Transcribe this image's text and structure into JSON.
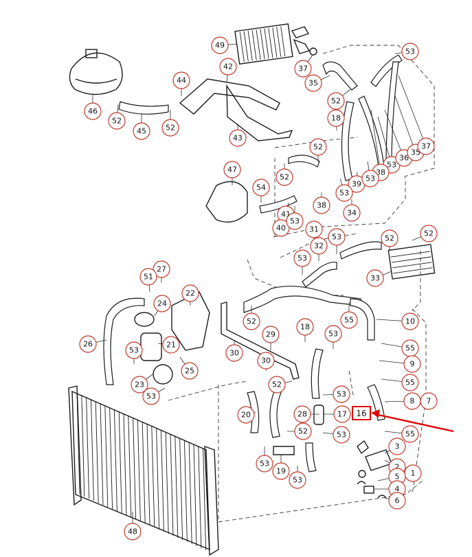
{
  "diagram": {
    "callouts": [
      {
        "id": "c49",
        "label": "49"
      },
      {
        "id": "c53a",
        "label": "53"
      },
      {
        "id": "c37a",
        "label": "37"
      },
      {
        "id": "c35a",
        "label": "35"
      },
      {
        "id": "c42",
        "label": "42"
      },
      {
        "id": "c44",
        "label": "44"
      },
      {
        "id": "c46",
        "label": "46"
      },
      {
        "id": "c52a",
        "label": "52"
      },
      {
        "id": "c45",
        "label": "45"
      },
      {
        "id": "c52b",
        "label": "52"
      },
      {
        "id": "c43",
        "label": "43"
      },
      {
        "id": "c52c",
        "label": "52"
      },
      {
        "id": "c18a",
        "label": "18"
      },
      {
        "id": "c52d",
        "label": "52"
      },
      {
        "id": "c52e",
        "label": "52"
      },
      {
        "id": "c53b",
        "label": "53"
      },
      {
        "id": "c38a",
        "label": "38"
      },
      {
        "id": "c36",
        "label": "36"
      },
      {
        "id": "c35b",
        "label": "35"
      },
      {
        "id": "c37b",
        "label": "37"
      },
      {
        "id": "c39",
        "label": "39"
      },
      {
        "id": "c53c",
        "label": "53"
      },
      {
        "id": "c47",
        "label": "47"
      },
      {
        "id": "c54",
        "label": "54"
      },
      {
        "id": "c41",
        "label": "41"
      },
      {
        "id": "c38b",
        "label": "38"
      },
      {
        "id": "c53d",
        "label": "53"
      },
      {
        "id": "c34",
        "label": "34"
      },
      {
        "id": "c40",
        "label": "40"
      },
      {
        "id": "c53e",
        "label": "53"
      },
      {
        "id": "c31",
        "label": "31"
      },
      {
        "id": "c32",
        "label": "32"
      },
      {
        "id": "c53f",
        "label": "53"
      },
      {
        "id": "c52f",
        "label": "52"
      },
      {
        "id": "c52g",
        "label": "52"
      },
      {
        "id": "c53g",
        "label": "53"
      },
      {
        "id": "c33",
        "label": "33"
      },
      {
        "id": "c27",
        "label": "27"
      },
      {
        "id": "c51",
        "label": "51"
      },
      {
        "id": "c22",
        "label": "22"
      },
      {
        "id": "c24",
        "label": "24"
      },
      {
        "id": "c26",
        "label": "26"
      },
      {
        "id": "c21",
        "label": "21"
      },
      {
        "id": "c53h",
        "label": "53"
      },
      {
        "id": "c25",
        "label": "25"
      },
      {
        "id": "c23",
        "label": "23"
      },
      {
        "id": "c53i",
        "label": "53"
      },
      {
        "id": "c52h",
        "label": "52"
      },
      {
        "id": "c55a",
        "label": "55"
      },
      {
        "id": "c10",
        "label": "10"
      },
      {
        "id": "c18b",
        "label": "18"
      },
      {
        "id": "c29",
        "label": "29"
      },
      {
        "id": "c53j",
        "label": "53"
      },
      {
        "id": "c30a",
        "label": "30"
      },
      {
        "id": "c55b",
        "label": "55"
      },
      {
        "id": "c9",
        "label": "9"
      },
      {
        "id": "c30b",
        "label": "30"
      },
      {
        "id": "c52i",
        "label": "52"
      },
      {
        "id": "c55c",
        "label": "55"
      },
      {
        "id": "c53k",
        "label": "53"
      },
      {
        "id": "c8",
        "label": "8"
      },
      {
        "id": "c7",
        "label": "7"
      },
      {
        "id": "c20",
        "label": "20"
      },
      {
        "id": "c28",
        "label": "28"
      },
      {
        "id": "c17",
        "label": "17"
      },
      {
        "id": "c52j",
        "label": "52"
      },
      {
        "id": "c53l",
        "label": "53"
      },
      {
        "id": "c55d",
        "label": "55"
      },
      {
        "id": "c3",
        "label": "3"
      },
      {
        "id": "c53m",
        "label": "53"
      },
      {
        "id": "c19",
        "label": "19"
      },
      {
        "id": "c2",
        "label": "2"
      },
      {
        "id": "c1",
        "label": "1"
      },
      {
        "id": "c53n",
        "label": "53"
      },
      {
        "id": "c5",
        "label": "5"
      },
      {
        "id": "c4",
        "label": "4"
      },
      {
        "id": "c6",
        "label": "6"
      },
      {
        "id": "c48",
        "label": "48"
      }
    ],
    "highlighted": {
      "label": "16"
    },
    "colors": {
      "callout_stroke": "#c0392b",
      "highlight": "#e00000",
      "line": "#1a1a1a"
    }
  }
}
